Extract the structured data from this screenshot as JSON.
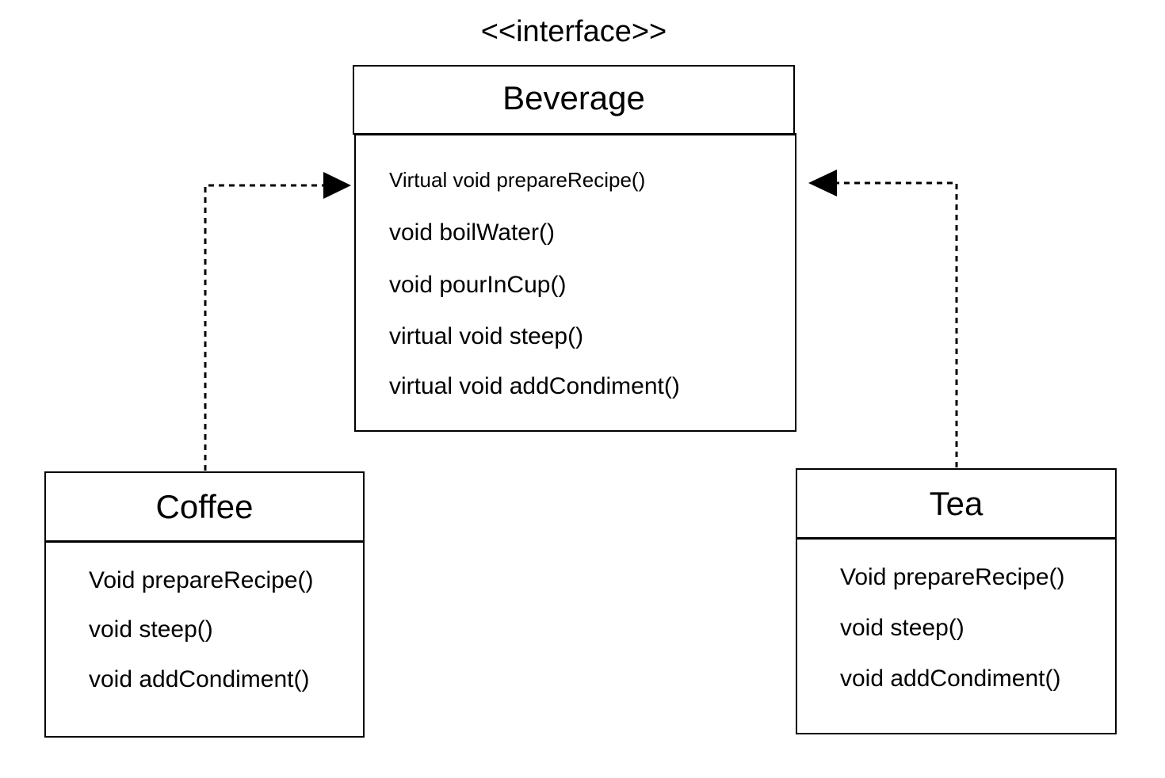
{
  "interface_box": {
    "stereotype": "<<interface>>",
    "name": "Beverage",
    "methods": [
      "Virtual void prepareRecipe()",
      "void boilWater()",
      "void pourInCup()",
      "virtual void steep()",
      "virtual void addCondiment()"
    ]
  },
  "coffee_box": {
    "name": "Coffee",
    "methods": [
      "Void prepareRecipe()",
      "void steep()",
      "void addCondiment()"
    ]
  },
  "tea_box": {
    "name": "Tea",
    "methods": [
      "Void prepareRecipe()",
      "void steep()",
      "void addCondiment()"
    ]
  },
  "relationships": [
    {
      "from": "Coffee",
      "to": "Beverage",
      "style": "dashed",
      "arrowhead": "filled-triangle"
    },
    {
      "from": "Tea",
      "to": "Beverage",
      "style": "dashed",
      "arrowhead": "filled-triangle"
    }
  ]
}
